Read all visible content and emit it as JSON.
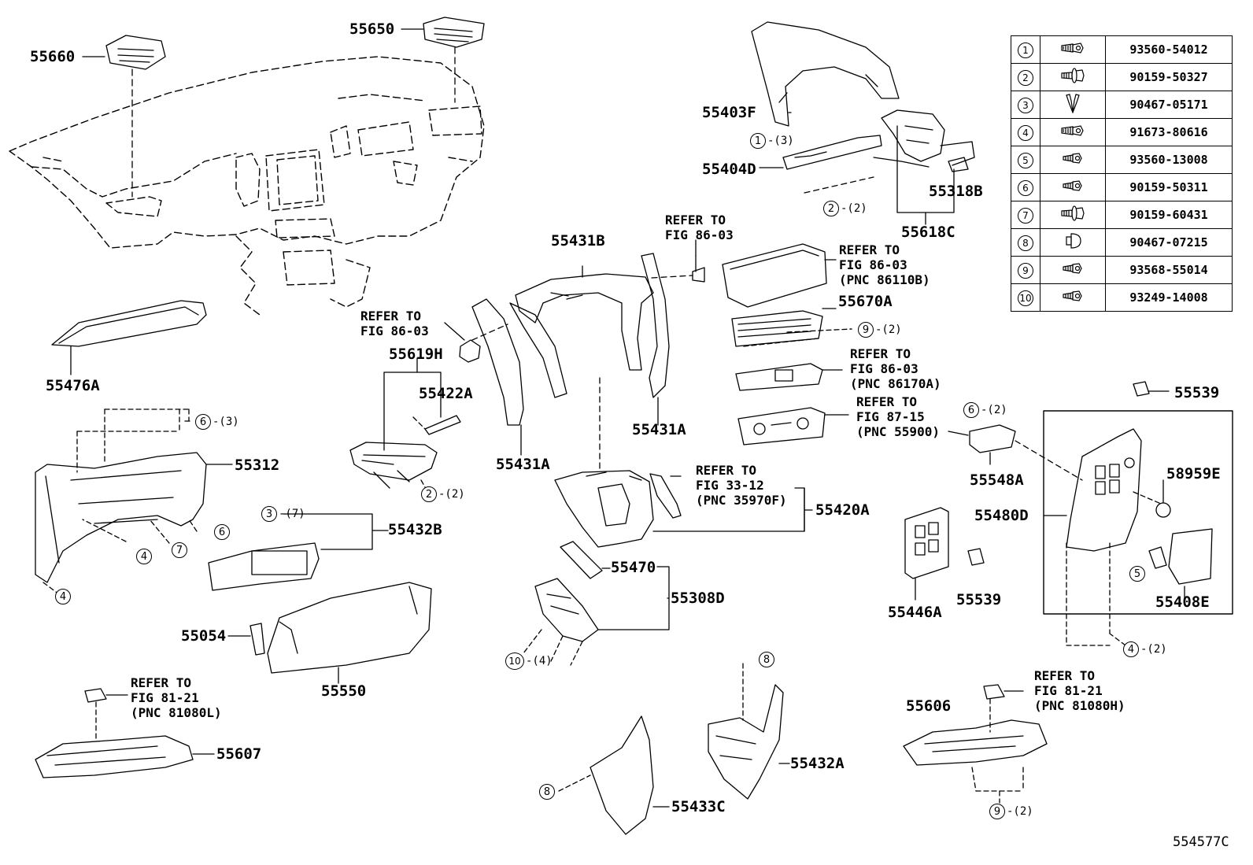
{
  "diagram": {
    "figure_id": "554577C",
    "part_labels": [
      {
        "id": "p55660",
        "text": "55660"
      },
      {
        "id": "p55650",
        "text": "55650"
      },
      {
        "id": "p55476A",
        "text": "55476A"
      },
      {
        "id": "p55403F",
        "text": "55403F"
      },
      {
        "id": "p55404D",
        "text": "55404D"
      },
      {
        "id": "p55318B",
        "text": "55318B"
      },
      {
        "id": "p55618C",
        "text": "55618C"
      },
      {
        "id": "p55431B",
        "text": "55431B"
      },
      {
        "id": "p55670A",
        "text": "55670A"
      },
      {
        "id": "p55619H",
        "text": "55619H"
      },
      {
        "id": "p55422A",
        "text": "55422A"
      },
      {
        "id": "p55431A_left",
        "text": "55431A"
      },
      {
        "id": "p55431A_right",
        "text": "55431A"
      },
      {
        "id": "p55539_top",
        "text": "55539"
      },
      {
        "id": "p55312",
        "text": "55312"
      },
      {
        "id": "p55432B",
        "text": "55432B"
      },
      {
        "id": "p55420A",
        "text": "55420A"
      },
      {
        "id": "p55548A",
        "text": "55548A"
      },
      {
        "id": "p58959E",
        "text": "58959E"
      },
      {
        "id": "p55480D",
        "text": "55480D"
      },
      {
        "id": "p55470",
        "text": "55470"
      },
      {
        "id": "p55308D",
        "text": "55308D"
      },
      {
        "id": "p55446A",
        "text": "55446A"
      },
      {
        "id": "p55539_bot",
        "text": "55539"
      },
      {
        "id": "p55408E",
        "text": "55408E"
      },
      {
        "id": "p55054",
        "text": "55054"
      },
      {
        "id": "p55550",
        "text": "55550"
      },
      {
        "id": "p55606",
        "text": "55606"
      },
      {
        "id": "p55607",
        "text": "55607"
      },
      {
        "id": "p55432A",
        "text": "55432A"
      },
      {
        "id": "p55433C",
        "text": "55433C"
      }
    ],
    "refer_notes": [
      {
        "id": "r1",
        "lines": [
          "REFER TO",
          "FIG 86-03"
        ]
      },
      {
        "id": "r2",
        "lines": [
          "REFER TO",
          "FIG 86-03"
        ]
      },
      {
        "id": "r3",
        "lines": [
          "REFER TO",
          "FIG 86-03",
          "(PNC 86110B)"
        ]
      },
      {
        "id": "r4",
        "lines": [
          "REFER TO",
          "FIG 86-03",
          "(PNC 86170A)"
        ]
      },
      {
        "id": "r5",
        "lines": [
          "REFER TO",
          "FIG 87-15",
          "(PNC 55900)"
        ]
      },
      {
        "id": "r6",
        "lines": [
          "REFER TO",
          "FIG 33-12",
          "(PNC 35970F)"
        ]
      },
      {
        "id": "r7",
        "lines": [
          "REFER TO",
          "FIG 81-21",
          "(PNC 81080L)"
        ]
      },
      {
        "id": "r8",
        "lines": [
          "REFER TO",
          "FIG 81-21",
          "(PNC 81080H)"
        ]
      }
    ],
    "callouts": [
      {
        "id": "c1",
        "num": "1",
        "qty": "-(3)"
      },
      {
        "id": "c2",
        "num": "2",
        "qty": "-(2)"
      },
      {
        "id": "c3",
        "num": "9",
        "qty": "-(2)"
      },
      {
        "id": "c4",
        "num": "6",
        "qty": "-(3)"
      },
      {
        "id": "c5",
        "num": "6",
        "qty": "-(2)"
      },
      {
        "id": "c6",
        "num": "2",
        "qty": "-(2)"
      },
      {
        "id": "c7",
        "num": "6",
        "qty": ""
      },
      {
        "id": "c8",
        "num": "4",
        "qty": ""
      },
      {
        "id": "c9",
        "num": "7",
        "qty": ""
      },
      {
        "id": "c10",
        "num": "3",
        "qty": "-(7)"
      },
      {
        "id": "c11",
        "num": "4",
        "qty": ""
      },
      {
        "id": "c12",
        "num": "10",
        "qty": "-(4)"
      },
      {
        "id": "c13",
        "num": "5",
        "qty": ""
      },
      {
        "id": "c14",
        "num": "4",
        "qty": "-(2)"
      },
      {
        "id": "c15",
        "num": "8",
        "qty": ""
      },
      {
        "id": "c16",
        "num": "8",
        "qty": ""
      },
      {
        "id": "c17",
        "num": "9",
        "qty": "-(2)"
      }
    ],
    "fastener_table": [
      {
        "num": "1",
        "part": "93560-54012",
        "icon": "bolt-icon"
      },
      {
        "num": "2",
        "part": "90159-50327",
        "icon": "flange-screw-icon"
      },
      {
        "num": "3",
        "part": "90467-05171",
        "icon": "clip-icon"
      },
      {
        "num": "4",
        "part": "91673-80616",
        "icon": "bolt-icon"
      },
      {
        "num": "5",
        "part": "93560-13008",
        "icon": "screw-icon"
      },
      {
        "num": "6",
        "part": "90159-50311",
        "icon": "screw-icon"
      },
      {
        "num": "7",
        "part": "90159-60431",
        "icon": "flange-screw-icon"
      },
      {
        "num": "8",
        "part": "90467-07215",
        "icon": "push-clip-icon"
      },
      {
        "num": "9",
        "part": "93568-55014",
        "icon": "screw-icon"
      },
      {
        "num": "10",
        "part": "93249-14008",
        "icon": "screw-icon"
      }
    ]
  }
}
